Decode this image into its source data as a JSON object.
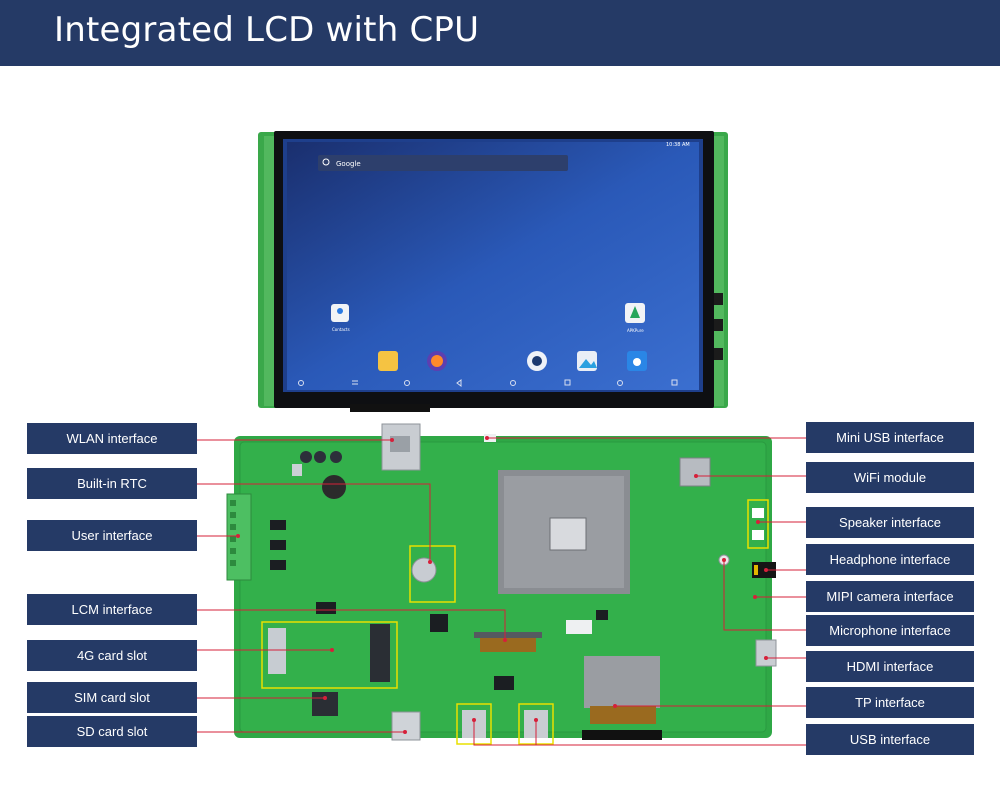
{
  "header": {
    "title": "Integrated LCD with CPU"
  },
  "screen": {
    "search_placeholder": "Google",
    "status_time": "10:38 AM",
    "icons": [
      {
        "label": "Contacts",
        "icon": "contacts-icon"
      },
      {
        "label": "APKPure",
        "icon": "apkpure-icon"
      }
    ]
  },
  "left_labels": [
    "WLAN interface",
    "Built-in RTC",
    "User interface",
    "LCM interface",
    "4G card slot",
    "SIM card slot",
    "SD card slot"
  ],
  "right_labels": [
    "Mini USB interface",
    "WiFi module",
    "Speaker interface",
    "Headphone interface",
    "MIPI camera interface",
    "Microphone interface",
    "HDMI interface",
    "TP interface",
    "USB interface"
  ],
  "colors": {
    "header_bg": "#253a66",
    "label_bg": "#253a66",
    "pcb_green": "#2fa846",
    "leader_line": "#d6203a",
    "highlight_box": "#e8e000"
  }
}
